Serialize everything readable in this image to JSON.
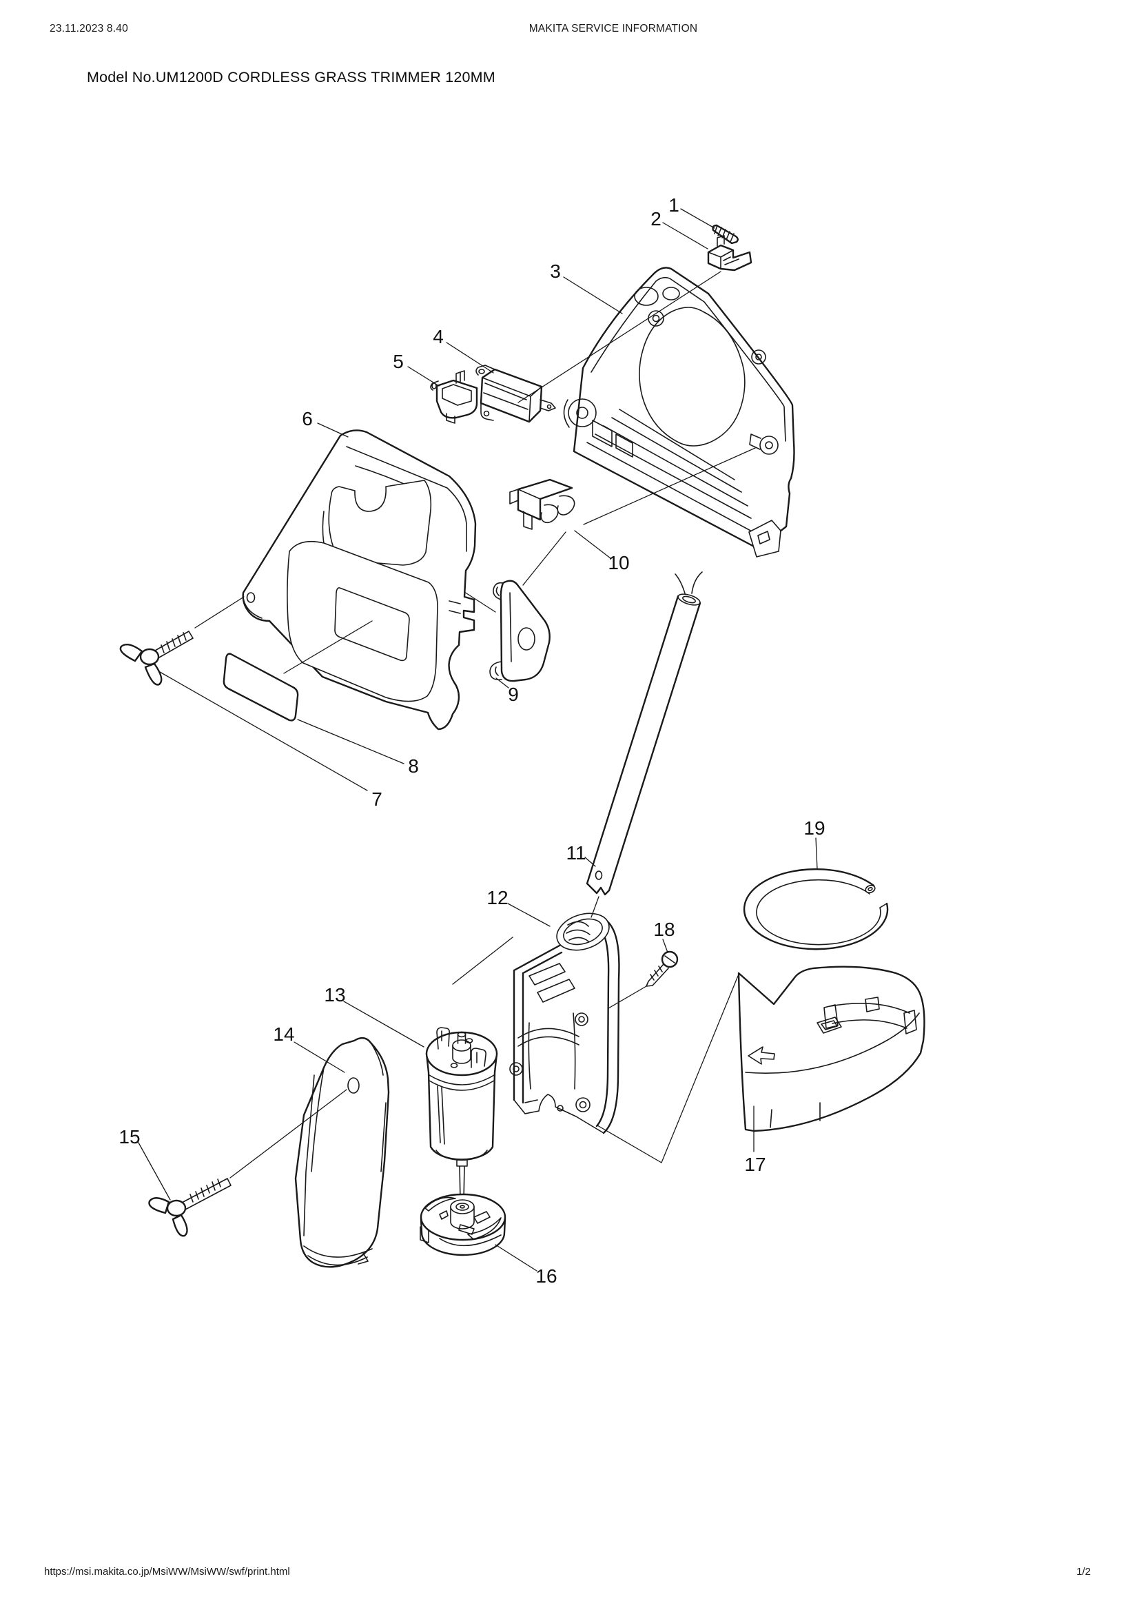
{
  "page": {
    "bg": "#ffffff",
    "ink": "#1a1a1a"
  },
  "header": {
    "datetime": "23.11.2023 8.40",
    "title": "MAKITA SERVICE INFORMATION"
  },
  "document": {
    "model_title": "Model No.UM1200D CORDLESS GRASS TRIMMER 120MM"
  },
  "footer": {
    "url": "https://msi.makita.co.jp/MsiWW/MsiWW/swf/print.html",
    "page_indicator": "1/2"
  },
  "diagram": {
    "callouts": [
      {
        "n": "1"
      },
      {
        "n": "2"
      },
      {
        "n": "3"
      },
      {
        "n": "4"
      },
      {
        "n": "5"
      },
      {
        "n": "6"
      },
      {
        "n": "7"
      },
      {
        "n": "8"
      },
      {
        "n": "9"
      },
      {
        "n": "10"
      },
      {
        "n": "11"
      },
      {
        "n": "12"
      },
      {
        "n": "13"
      },
      {
        "n": "14"
      },
      {
        "n": "15"
      },
      {
        "n": "16"
      },
      {
        "n": "17"
      },
      {
        "n": "18"
      },
      {
        "n": "19"
      }
    ]
  }
}
